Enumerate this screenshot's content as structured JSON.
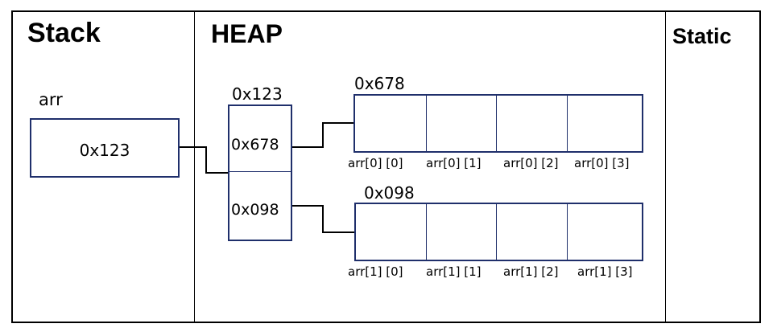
{
  "sections": {
    "stack_title": "Stack",
    "heap_title": "HEAP",
    "static_title": "Static"
  },
  "stack": {
    "variable_name": "arr",
    "reference_value": "0x123"
  },
  "heap": {
    "outer_array": {
      "address": "0x123",
      "slots": [
        "0x678",
        "0x098"
      ]
    },
    "row0": {
      "address": "0x678",
      "labels": [
        "arr[0] [0]",
        "arr[0] [1]",
        "arr[0] [2]",
        "arr[0] [3]"
      ]
    },
    "row1": {
      "address": "0x098",
      "labels": [
        "arr[1] [0]",
        "arr[1] [1]",
        "arr[1] [2]",
        "arr[1] [3]"
      ]
    }
  },
  "colors": {
    "box_border": "#1f2f6b",
    "line": "#000000"
  }
}
